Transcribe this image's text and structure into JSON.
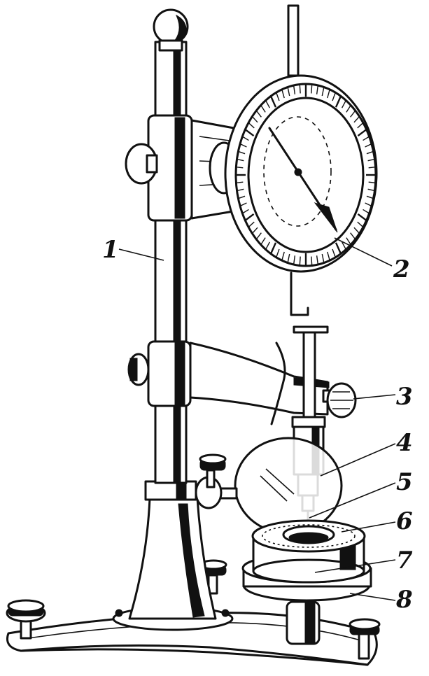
{
  "figure": {
    "labels": [
      {
        "id": "stand",
        "text": "1"
      },
      {
        "id": "dial-indicator",
        "text": "2"
      },
      {
        "id": "adjust-screw",
        "text": "3"
      },
      {
        "id": "probe-holder",
        "text": "4"
      },
      {
        "id": "probe-tip",
        "text": "5"
      },
      {
        "id": "sample",
        "text": "6"
      },
      {
        "id": "sample-holder",
        "text": "7"
      },
      {
        "id": "base-plate",
        "text": "8"
      }
    ]
  }
}
